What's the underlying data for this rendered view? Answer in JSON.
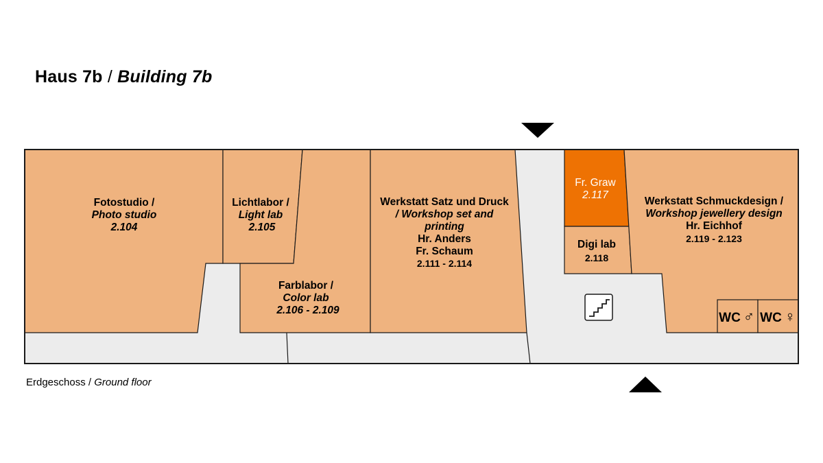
{
  "header": {
    "title_de": "Haus 7b",
    "separator": "/",
    "title_en": "Building 7b"
  },
  "footer": {
    "floor_de": "Erdgeschoss",
    "separator": "/",
    "floor_en": "Ground floor"
  },
  "colors": {
    "room": "#efb37f",
    "highlight": "#ee7203",
    "corridor": "#ececec",
    "outline": "#1a1a1a"
  },
  "rooms": {
    "fotostudio": {
      "name_de": "Fotostudio /",
      "name_en": "Photo studio",
      "number": "2.104"
    },
    "lichtlabor": {
      "name_de": "Lichtlabor /",
      "name_en": "Light lab",
      "number": "2.105"
    },
    "farblabor": {
      "name_de": "Farblabor /",
      "name_en": "Color lab",
      "number": "2.106 - 2.109"
    },
    "satz_druck": {
      "name_de": "Werkstatt Satz und Druck",
      "name_en_1": "/ Workshop set and",
      "name_en_2": "printing",
      "person_1": "Hr. Anders",
      "person_2": "Fr. Schaum",
      "number": "2.111 - 2.114"
    },
    "graw": {
      "person": "Fr. Graw",
      "number": "2.117"
    },
    "digilab": {
      "name": "Digi lab",
      "number": "2.118"
    },
    "schmuck": {
      "name_de": "Werkstatt Schmuckdesign /",
      "name_en": "Workshop jewellery design",
      "person": "Hr. Eichhof",
      "number": "2.119 - 2.123"
    },
    "wc_male": {
      "label": "WC",
      "symbol": "♂"
    },
    "wc_female": {
      "label": "WC",
      "symbol": "♀"
    }
  },
  "icons": {
    "stairs": "stairs-icon",
    "entrance_top": "arrow-down-icon",
    "entrance_bottom": "arrow-up-icon"
  }
}
